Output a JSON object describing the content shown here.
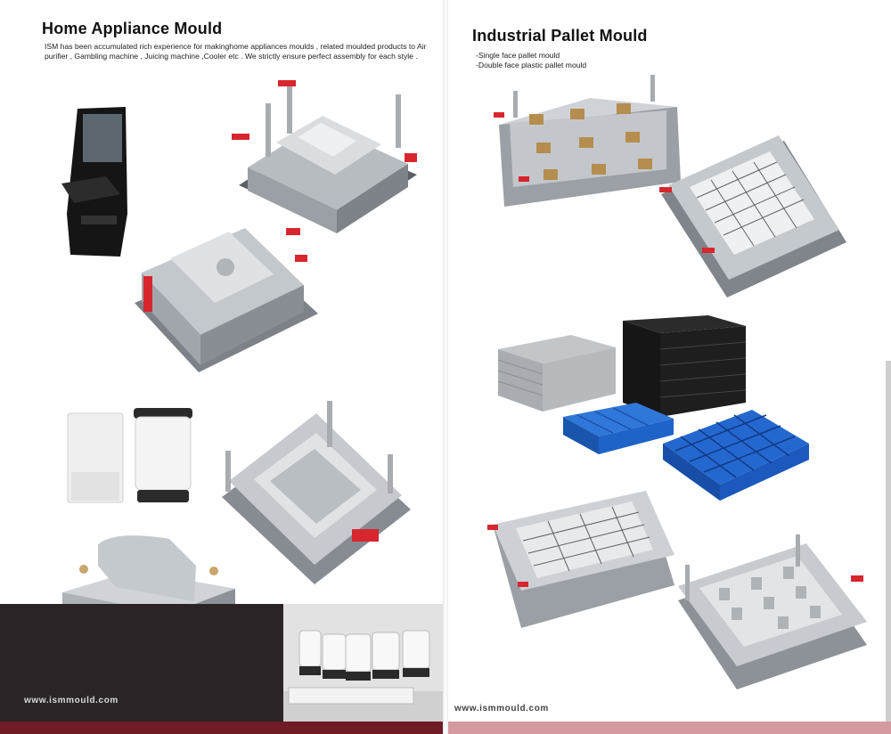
{
  "left": {
    "title": "Home Appliance Mould",
    "intro": "ISM has been accumulated rich experience for makinghome appliances moulds , related moulded products to Air purifier , Gambling machine , Juicing machine ,Cooler etc . We strictly ensure perfect assembly for each style .",
    "url": "www.ismmould.com"
  },
  "right": {
    "title": "Industrial Pallet Mould",
    "bullets": [
      "-Single face pallet mould",
      "-Double face plastic pallet mould"
    ],
    "url": "www.ismmould.com"
  },
  "colors": {
    "steel": "#c8ccd0",
    "steel_dark": "#8f959b",
    "red_accent": "#d8262e",
    "pallet_blue": "#1e63c8",
    "pallet_black": "#1b1b1b",
    "footer_dark": "#2a2427",
    "footer_red": "#6f1c26"
  }
}
